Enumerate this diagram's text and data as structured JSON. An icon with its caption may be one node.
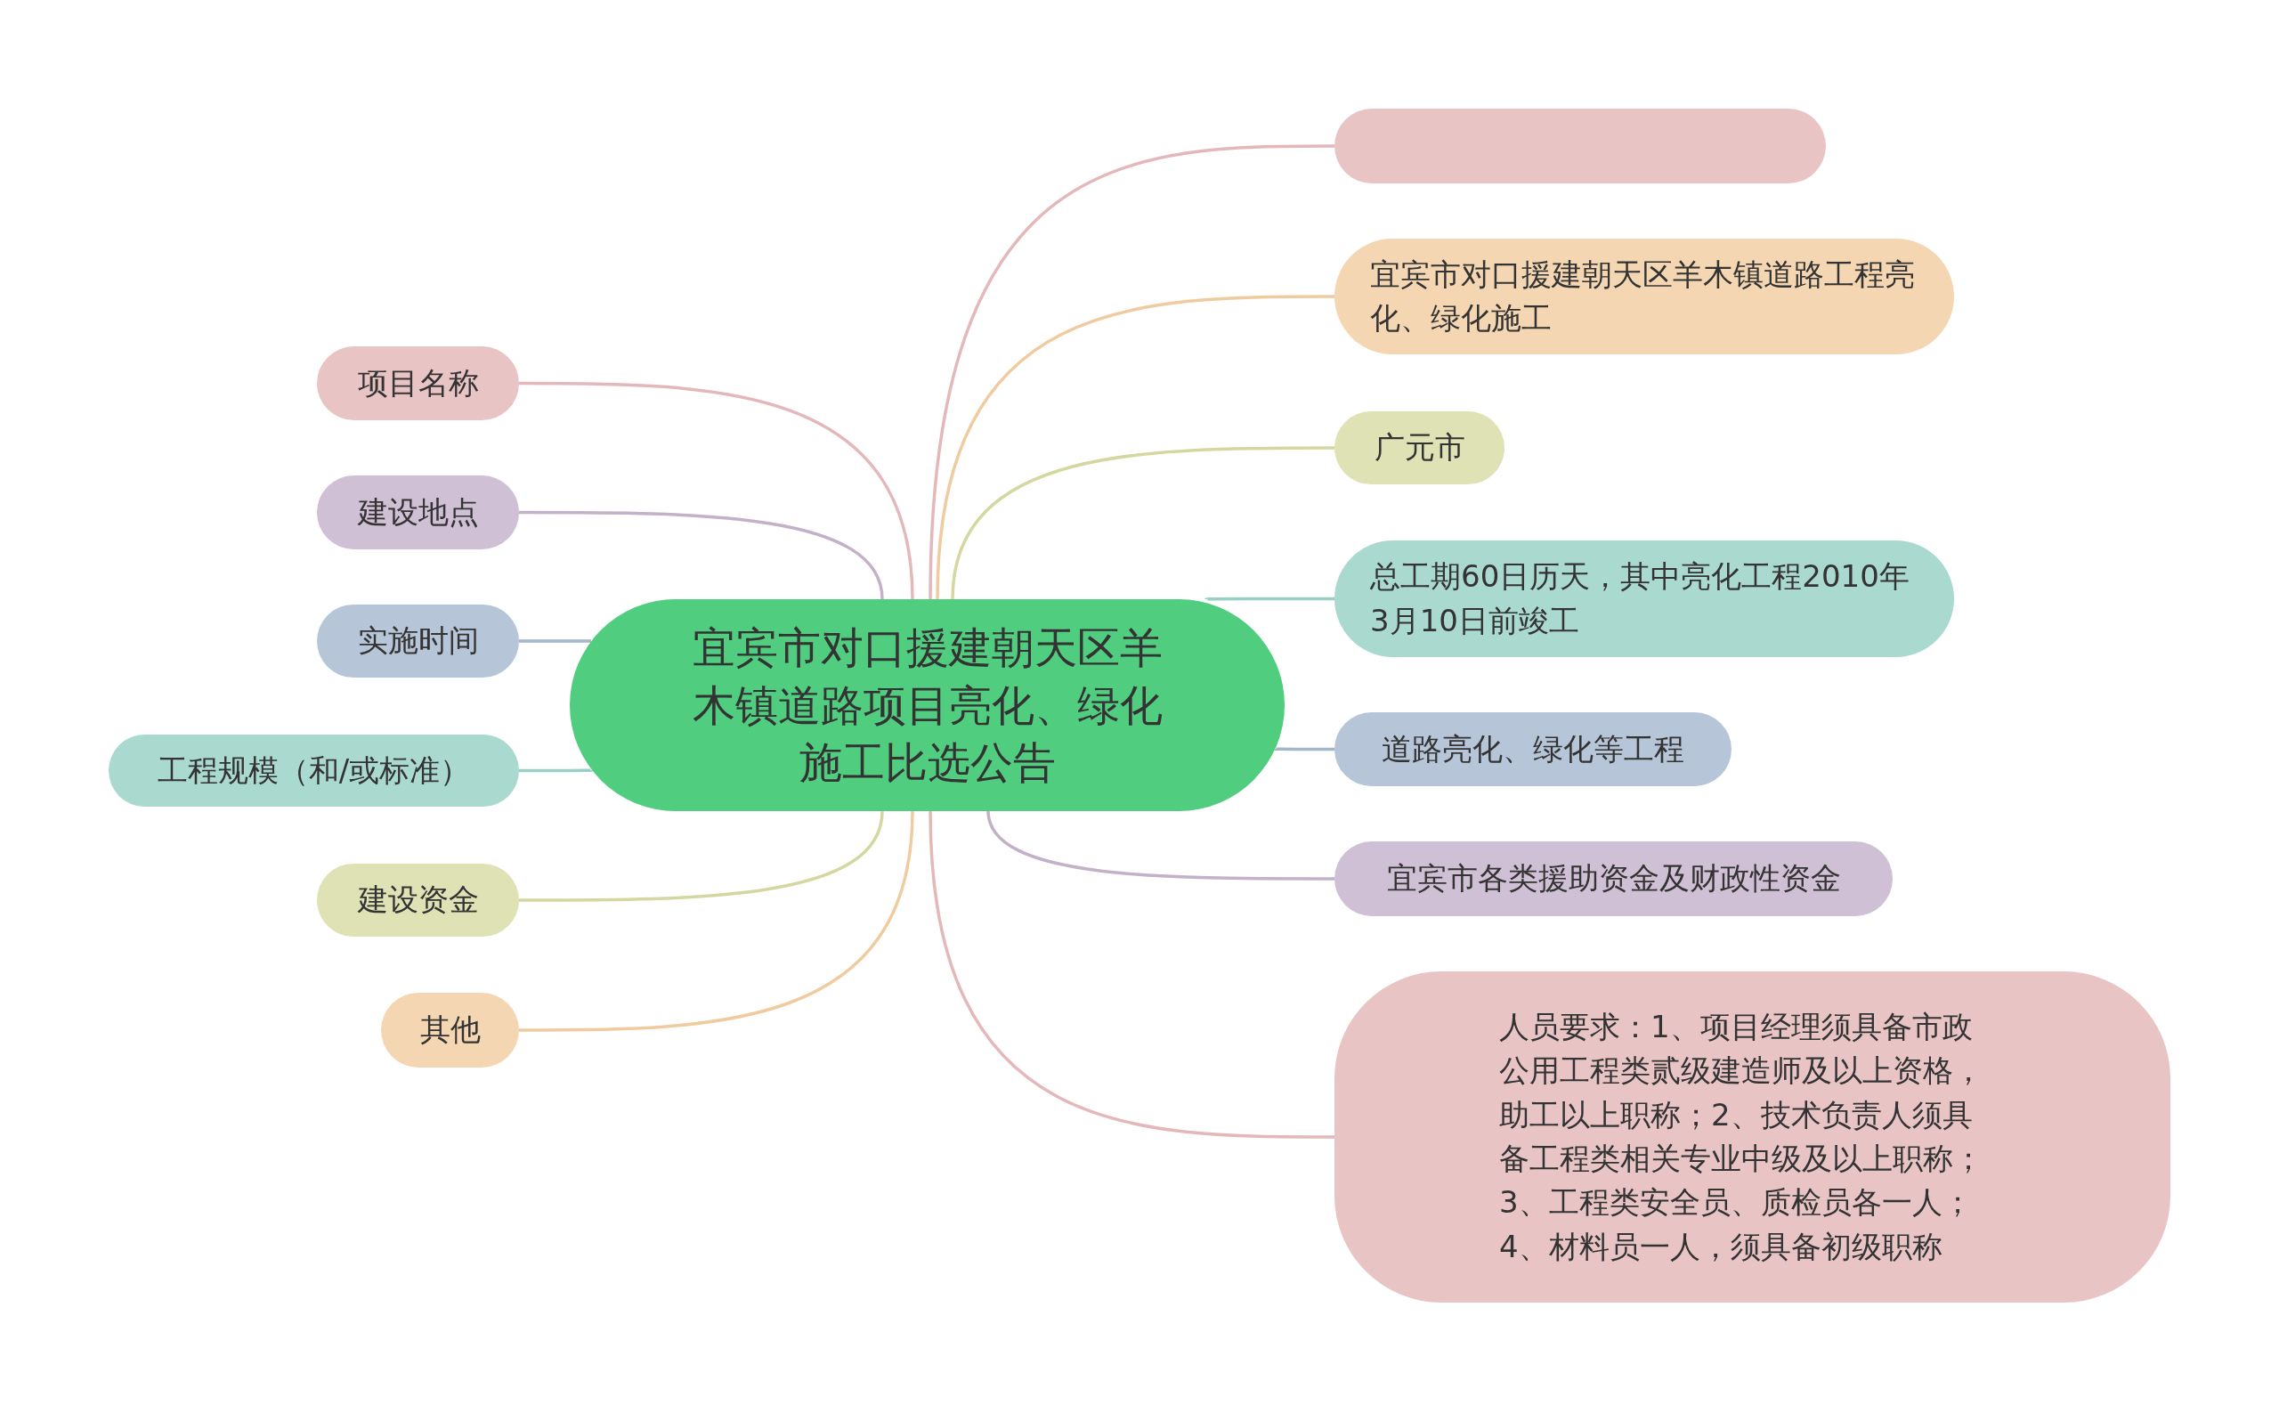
{
  "diagram": {
    "nodes": [
      {
        "text": [
          "宜宾市对口援建朝天区羊木镇道路项目亮化、绿化施工比选公告"
        ]
      },
      {
        "text": [
          "项目名称"
        ]
      },
      {
        "text": [
          "建设地点"
        ]
      },
      {
        "text": [
          "实施时间"
        ]
      },
      {
        "text": [
          "工程规模（和/或标准）"
        ]
      },
      {
        "text": [
          "建设资金"
        ]
      },
      {
        "text": [
          "其他"
        ]
      },
      {
        "text": [],
        "shape": "box"
      },
      {
        "text": [
          "宜宾市对口援建朝天区羊木镇道路工程亮化、绿化施工"
        ]
      },
      {
        "text": [
          "广元市"
        ]
      },
      {
        "text": [
          "总工期60日历天，其中亮化工程2010年3月10日前竣工"
        ]
      },
      {
        "text": [
          "道路亮化、绿化等工程"
        ]
      },
      {
        "text": [
          "宜宾市各类援助资金及财政性资金"
        ]
      },
      {
        "text": [
          "人员要求：1、项目经理须具备市政公用工程类贰级建造师及以上资格，助工以上职称；2、技术负责人须具备工程类相关专业中级及以上职称；3、工程类安全员、质检员各一人；4、材料员一人，须具备初级职称"
        ]
      }
    ],
    "edges": [
      {
        "from": 0,
        "to": 1,
        "arrow": "none",
        "color": "#e4b8ba"
      },
      {
        "from": 0,
        "to": 2,
        "arrow": "none",
        "color": "#c3b0c9"
      },
      {
        "from": 0,
        "to": 3,
        "arrow": "none",
        "color": "#a5b6cb"
      },
      {
        "from": 0,
        "to": 4,
        "arrow": "none",
        "color": "#99d0c6"
      },
      {
        "from": 0,
        "to": 5,
        "arrow": "none",
        "color": "#d4d8a0"
      },
      {
        "from": 0,
        "to": 6,
        "arrow": "none",
        "color": "#efcb9f"
      },
      {
        "from": 0,
        "to": 7,
        "arrow": "none",
        "color": "#e4b8ba"
      },
      {
        "from": 0,
        "to": 8,
        "arrow": "none",
        "color": "#efcb9f"
      },
      {
        "from": 0,
        "to": 9,
        "arrow": "none",
        "color": "#d4d8a0"
      },
      {
        "from": 0,
        "to": 10,
        "arrow": "none",
        "color": "#99d0c6"
      },
      {
        "from": 0,
        "to": 11,
        "arrow": "none",
        "color": "#a5b6cb"
      },
      {
        "from": 0,
        "to": 12,
        "arrow": "none",
        "color": "#c3b0c9"
      },
      {
        "from": 0,
        "to": 13,
        "arrow": "none",
        "color": "#e4b8ba"
      }
    ]
  }
}
